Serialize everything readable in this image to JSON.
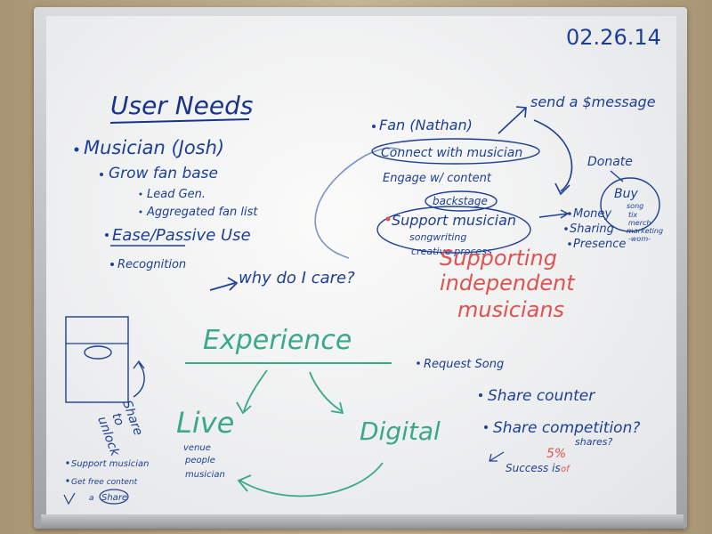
{
  "date": "02.26.14",
  "left_column": {
    "title": "User Needs",
    "musician": "Musician (Josh)",
    "grow": "Grow fan base",
    "lead": "Lead Gen.",
    "aggregated": "Aggregated fan list",
    "ease": "Ease/Passive Use",
    "recognition": "Recognition"
  },
  "center": {
    "why": "why do I care?",
    "fan": "Fan (Nathan)",
    "connect": "Connect with musician",
    "engage": "Engage w/ content",
    "backstage": "backstage",
    "support": "Support musician",
    "songwriting": "songwriting",
    "creative": "creative process",
    "supporting_1": "Supporting",
    "supporting_2": "independent",
    "supporting_3": "musicians"
  },
  "right": {
    "send": "send a $message",
    "donate": "Donate",
    "buy": "Buy",
    "buy_items": [
      "song",
      "tix",
      "merch"
    ],
    "marketing": "marketing",
    "wom": "-wom-",
    "money": "Money",
    "sharing": "Sharing",
    "presence": "Presence"
  },
  "experience": {
    "title": "Experience",
    "live": "Live",
    "digital": "Digital",
    "live_items": [
      "venue",
      "people",
      "musician"
    ],
    "request": "Request Song",
    "share_counter": "Share counter",
    "share_competition": "Share competition?",
    "success": "Success is",
    "five_pct": "5%",
    "of": "of",
    "shares": "shares?"
  },
  "share_to_unlock": {
    "label_1": "Share",
    "label_2": "to",
    "label_3": "unlock",
    "items": [
      "Support musician",
      "Get free content"
    ],
    "share": "Share",
    "a": "a"
  },
  "colors": {
    "ink_blue": "#1d3f95",
    "ink_green": "#3aa889",
    "ink_red": "#e0524f",
    "board": "#f4f5f5",
    "frame": "#b9bcbe"
  }
}
